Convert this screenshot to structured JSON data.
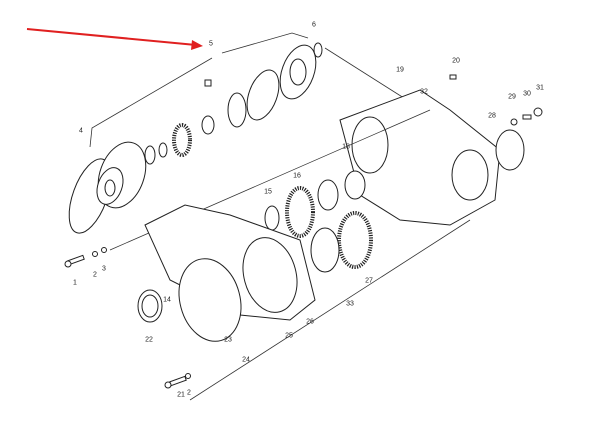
{
  "diagram": {
    "arrow_color": "#e02020",
    "highlighted_part": "5",
    "callouts": [
      {
        "id": "5"
      },
      {
        "id": "6"
      },
      {
        "id": "4"
      },
      {
        "id": "19"
      },
      {
        "id": "20"
      },
      {
        "id": "32"
      },
      {
        "id": "29"
      },
      {
        "id": "30"
      },
      {
        "id": "31"
      },
      {
        "id": "28"
      },
      {
        "id": "18"
      },
      {
        "id": "16"
      },
      {
        "id": "15"
      },
      {
        "id": "1"
      },
      {
        "id": "2"
      },
      {
        "id": "3"
      },
      {
        "id": "14"
      },
      {
        "id": "22"
      },
      {
        "id": "23"
      },
      {
        "id": "24"
      },
      {
        "id": "25"
      },
      {
        "id": "26"
      },
      {
        "id": "33"
      },
      {
        "id": "27"
      },
      {
        "id": "21"
      },
      {
        "id": "2"
      }
    ]
  }
}
